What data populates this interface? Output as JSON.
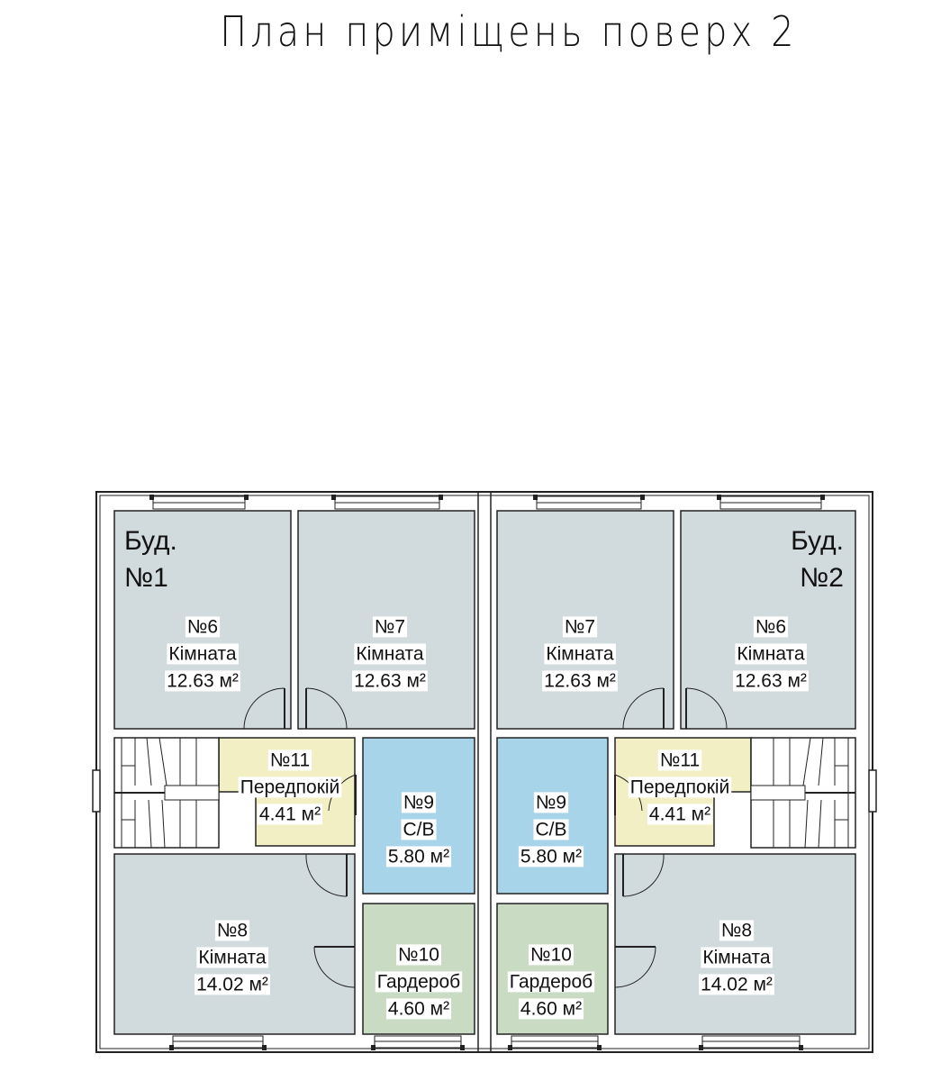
{
  "title": "План приміщень поверх 2",
  "colors": {
    "room": "#d1dadd",
    "bath": "#a7d4e9",
    "wardrobe": "#c9dbc2",
    "hall": "#f2efc4",
    "wall": "#ffffff",
    "line": "#222222"
  },
  "buildings": [
    {
      "id": "b1",
      "label_line1": "Буд.",
      "label_line2": "№1"
    },
    {
      "id": "b2",
      "label_line1": "Буд.",
      "label_line2": "№2"
    }
  ],
  "rooms": [
    {
      "id": "b1-r6",
      "building": "b1",
      "type": "room",
      "number": "№6",
      "name": "Кімната",
      "area": "12.63 м²"
    },
    {
      "id": "b1-r7",
      "building": "b1",
      "type": "room",
      "number": "№7",
      "name": "Кімната",
      "area": "12.63 м²"
    },
    {
      "id": "b1-r11",
      "building": "b1",
      "type": "hall",
      "number": "№11",
      "name": "Передпокій",
      "area": "4.41 м²"
    },
    {
      "id": "b1-r9",
      "building": "b1",
      "type": "bath",
      "number": "№9",
      "name": "С/В",
      "area": "5.80 м²"
    },
    {
      "id": "b1-r8",
      "building": "b1",
      "type": "room",
      "number": "№8",
      "name": "Кімната",
      "area": "14.02 м²"
    },
    {
      "id": "b1-r10",
      "building": "b1",
      "type": "wardrobe",
      "number": "№10",
      "name": "Гардероб",
      "area": "4.60 м²"
    },
    {
      "id": "b2-r7",
      "building": "b2",
      "type": "room",
      "number": "№7",
      "name": "Кімната",
      "area": "12.63 м²"
    },
    {
      "id": "b2-r6",
      "building": "b2",
      "type": "room",
      "number": "№6",
      "name": "Кімната",
      "area": "12.63 м²"
    },
    {
      "id": "b2-r9",
      "building": "b2",
      "type": "bath",
      "number": "№9",
      "name": "С/В",
      "area": "5.80 м²"
    },
    {
      "id": "b2-r11",
      "building": "b2",
      "type": "hall",
      "number": "№11",
      "name": "Передпокій",
      "area": "4.41 м²"
    },
    {
      "id": "b2-r10",
      "building": "b2",
      "type": "wardrobe",
      "number": "№10",
      "name": "Гардероб",
      "area": "4.60 м²"
    },
    {
      "id": "b2-r8",
      "building": "b2",
      "type": "room",
      "number": "№8",
      "name": "Кімната",
      "area": "14.02 м²"
    }
  ]
}
